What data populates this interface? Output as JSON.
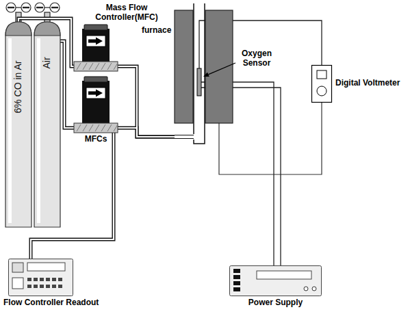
{
  "diagram": {
    "nodes": [
      {
        "text": [
          "6% CO in Ar"
        ]
      },
      {
        "text": [
          "Air"
        ]
      },
      {
        "text": [
          "Mass Flow Controller(MFC)"
        ]
      },
      {
        "text": [
          "MFCs"
        ]
      },
      {
        "text": [
          "furnace"
        ]
      },
      {
        "text": [
          "Oxygen Sensor"
        ],
        "in": 4
      },
      {
        "text": [
          "Digital Voltmeter"
        ]
      },
      {
        "text": [
          "Flow Controller Readout"
        ]
      },
      {
        "text": [
          "Power Supply"
        ]
      }
    ],
    "edges": [
      {
        "from": 0,
        "to": 2,
        "arrow": "none"
      },
      {
        "from": 1,
        "to": 3,
        "arrow": "none"
      },
      {
        "from": 2,
        "to": 4,
        "arrow": "none"
      },
      {
        "from": 3,
        "to": 4,
        "arrow": "none"
      },
      {
        "from": 3,
        "to": 7,
        "arrow": "none"
      },
      {
        "from": 5,
        "to": 6,
        "arrow": "none"
      },
      {
        "from": 5,
        "to": 8,
        "arrow": "none"
      }
    ]
  }
}
